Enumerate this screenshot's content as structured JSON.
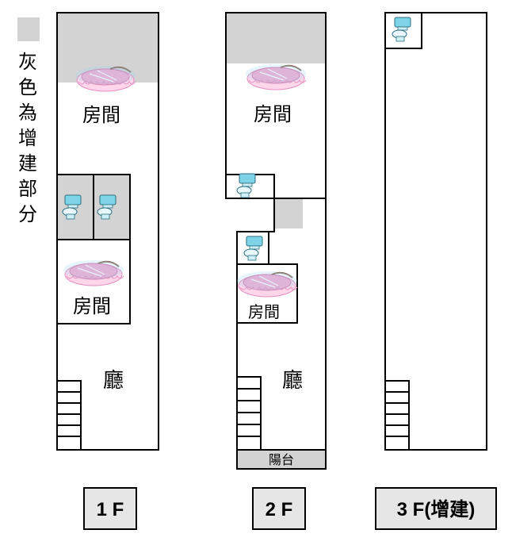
{
  "legend": {
    "text_chars": [
      "灰",
      "色",
      "為",
      "增",
      "建",
      "部",
      "分"
    ],
    "swatch_color": "#d3d3d3"
  },
  "colors": {
    "wall": "#000000",
    "addition": "#d3d3d3",
    "label_box": "#e6e6e6",
    "bed_cover": "#f4a9d0",
    "toilet": "#7fd3e6"
  },
  "floor1": {
    "label": "1 F",
    "room_top": "房間",
    "room_mid": "房間",
    "hall": "廳"
  },
  "floor2": {
    "label": "2 F",
    "room_top": "房間",
    "room_mid": "房間",
    "hall": "廳",
    "balcony": "陽台"
  },
  "floor3": {
    "label": "3 F(增建)"
  }
}
